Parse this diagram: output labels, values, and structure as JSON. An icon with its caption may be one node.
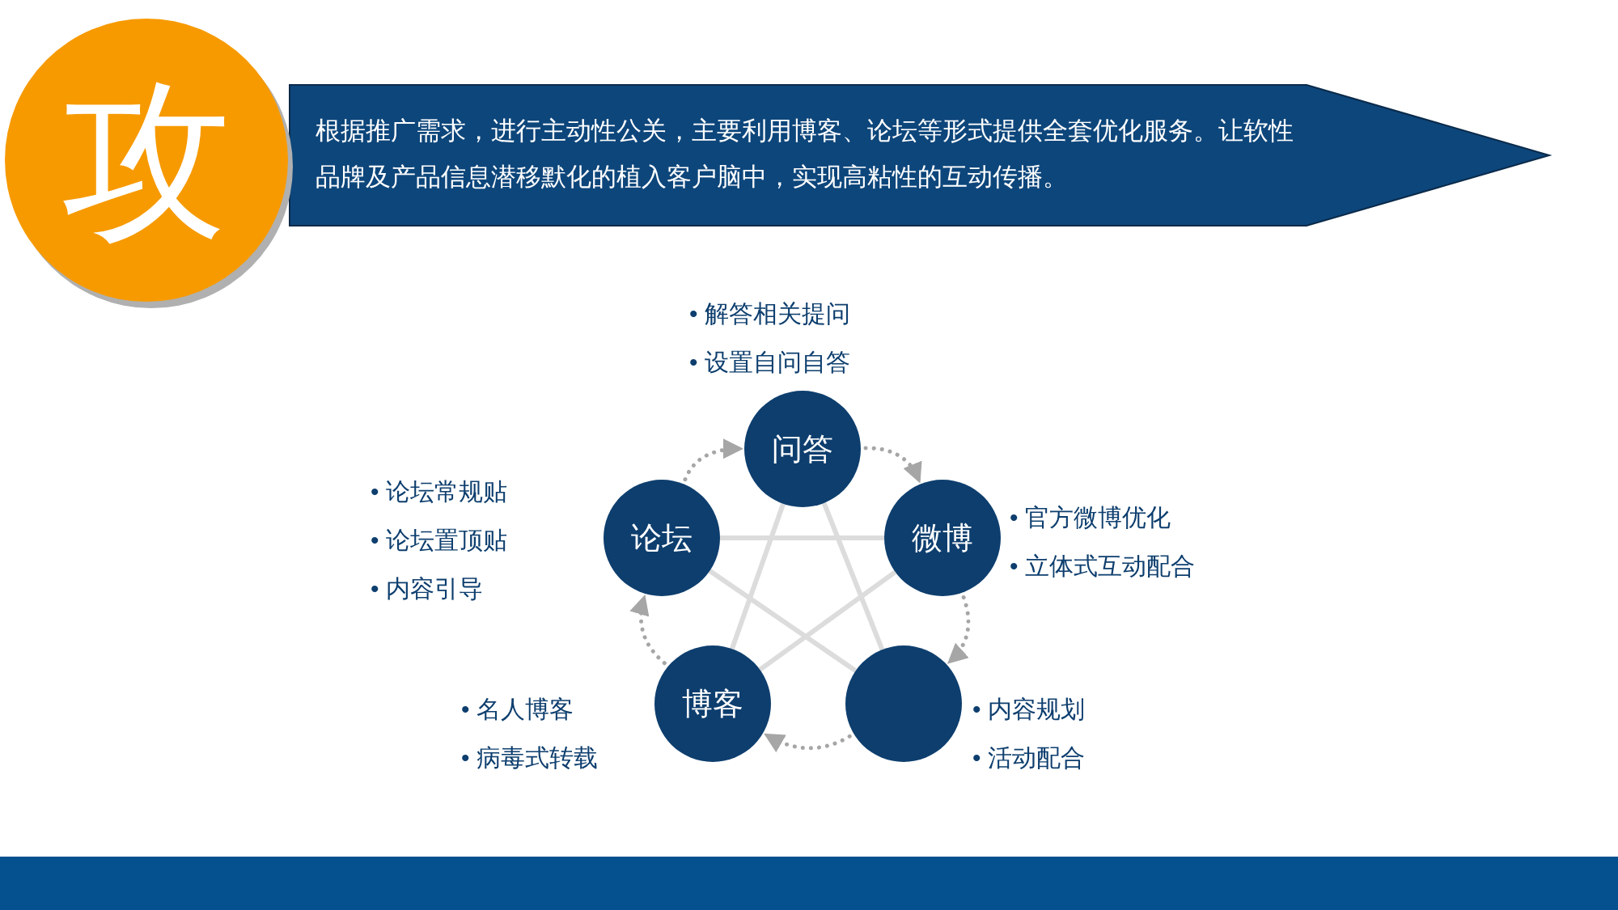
{
  "diagram": {
    "nodes": [
      {
        "text": [
          "攻"
        ]
      },
      {
        "text": [
          "根据推广需求，进行主动性公关，主要利用博客、论坛等形式提供全套优化服务。让软性品牌及产品信息潜移默化的植入客户脑中，实现高粘性的互动传播。"
        ]
      },
      {
        "text": [
          "问答"
        ],
        "beside": [
          "• 解答相关提问",
          "• 设置自问自答"
        ]
      },
      {
        "text": [
          "微博"
        ],
        "beside": [
          "• 官方微博优化",
          "• 立体式互动配合"
        ]
      },
      {
        "text": [],
        "shape": "circle",
        "beside": [
          "• 内容规划",
          "• 活动配合"
        ]
      },
      {
        "text": [
          "博客"
        ],
        "beside": [
          "• 名人博客",
          "• 病毒式转载"
        ]
      },
      {
        "text": [
          "论坛"
        ],
        "beside": [
          "• 论坛常规贴",
          "• 论坛置顶贴",
          "• 内容引导"
        ]
      }
    ],
    "edges": [
      {
        "from": 6,
        "to": 2,
        "arrow": "to",
        "style": "dashed",
        "color": "#a6a6a6"
      },
      {
        "from": 2,
        "to": 3,
        "arrow": "to",
        "style": "dashed",
        "color": "#a6a6a6"
      },
      {
        "from": 3,
        "to": 4,
        "arrow": "to",
        "style": "dashed",
        "color": "#a6a6a6"
      },
      {
        "from": 4,
        "to": 5,
        "arrow": "to",
        "style": "dashed",
        "color": "#a6a6a6"
      },
      {
        "from": 5,
        "to": 6,
        "arrow": "to",
        "style": "dashed",
        "color": "#a6a6a6"
      },
      {
        "from": 2,
        "to": 4,
        "arrow": "none",
        "color": "#dcdcdc"
      },
      {
        "from": 2,
        "to": 5,
        "arrow": "none",
        "color": "#dcdcdc"
      },
      {
        "from": 6,
        "to": 3,
        "arrow": "none",
        "color": "#dcdcdc"
      },
      {
        "from": 6,
        "to": 4,
        "arrow": "none",
        "color": "#dcdcdc"
      },
      {
        "from": 3,
        "to": 5,
        "arrow": "none",
        "color": "#dcdcdc"
      }
    ]
  }
}
